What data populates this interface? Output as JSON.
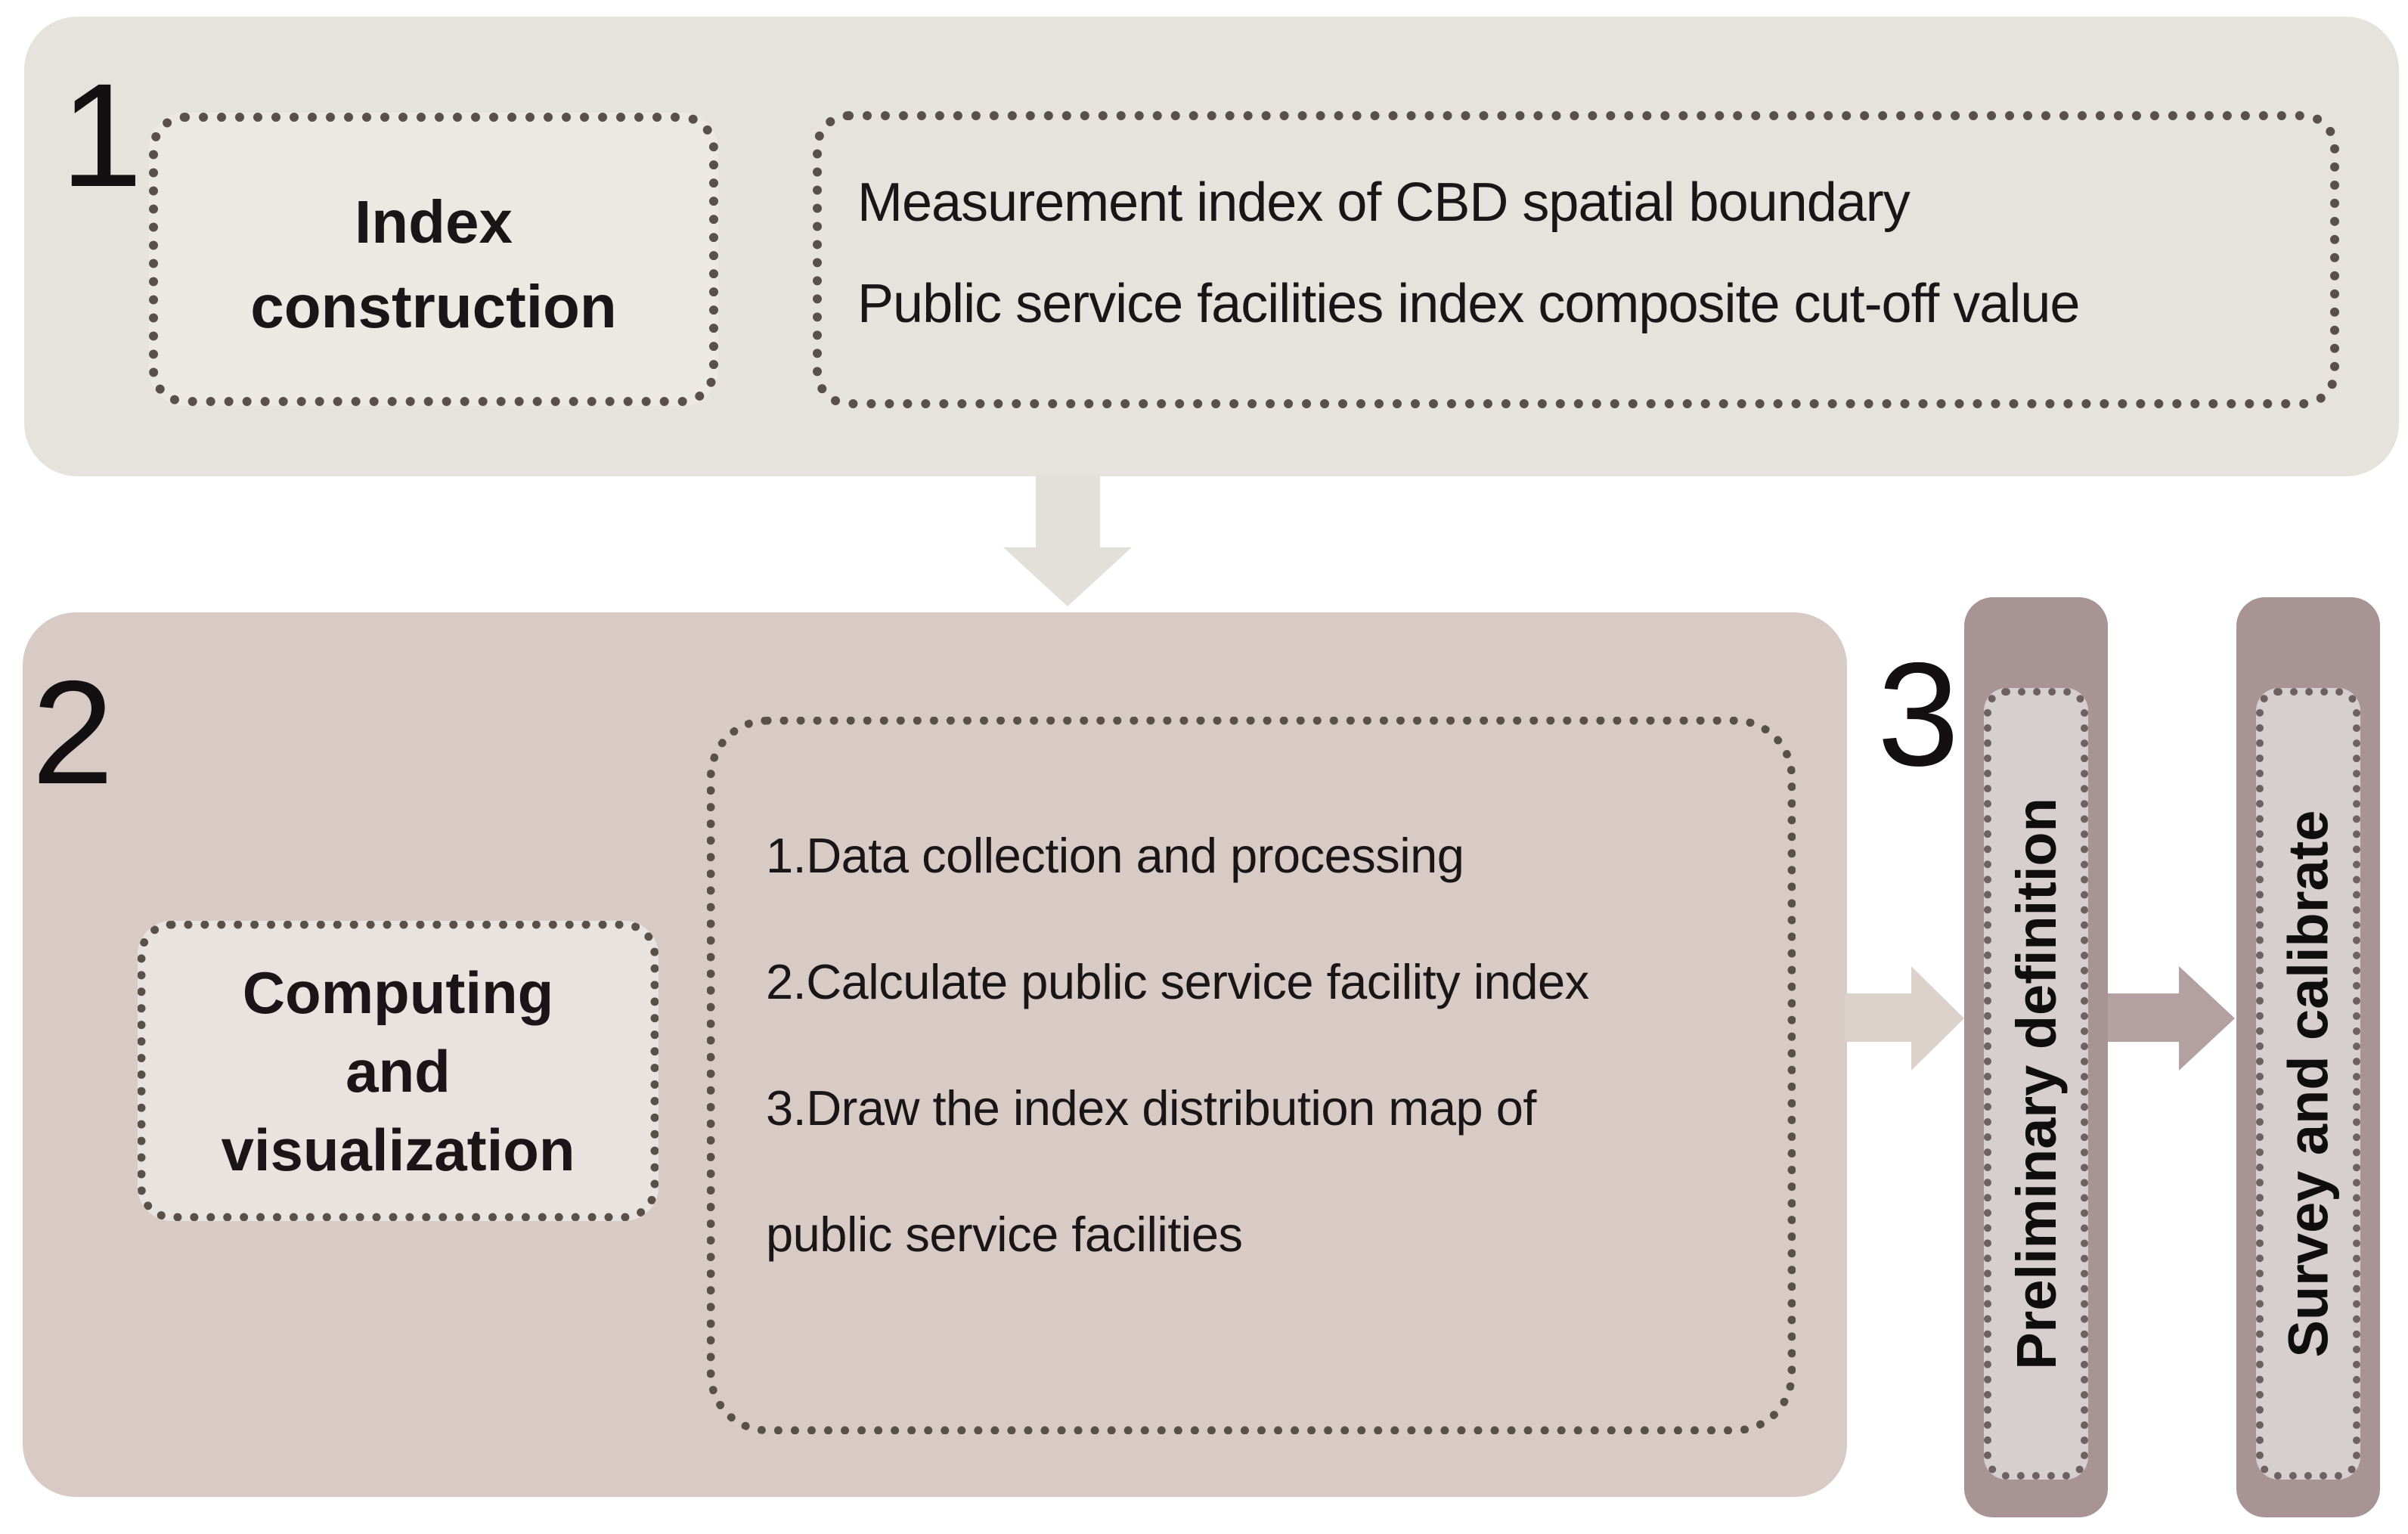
{
  "colors": {
    "panel1-bg": "#e5e3dc",
    "box1a-bg": "#ebe9e2",
    "panel2-bg": "#d8cac4",
    "box2a-bg": "#e9e3e0",
    "bar-bg": "#a89495",
    "bar-inner-bg": "#d7ced0",
    "arrow-down": "#e2e0d9",
    "arrow-light": "#ddd2cb",
    "arrow-dark": "#b3a0a0",
    "dot-border": "#5a504a",
    "bar-dot-border": "#6d6162",
    "text": "#1a1516"
  },
  "step1": {
    "number": "1",
    "title_line1": "Index",
    "title_line2": "construction",
    "item1": "Measurement index of CBD spatial boundary",
    "item2": "Public service facilities index composite cut-off value"
  },
  "step2": {
    "number": "2",
    "title_line1": "Computing",
    "title_line2": "and",
    "title_line3": "visualization",
    "item1": "1.Data collection and processing",
    "item2": "2.Calculate public service facility index",
    "item3": "3.Draw the index distribution map of",
    "item4": "public service facilities"
  },
  "step3": {
    "number": "3",
    "bar1_label": "Preliminary definition",
    "bar2_label": "Survey and calibrate"
  }
}
